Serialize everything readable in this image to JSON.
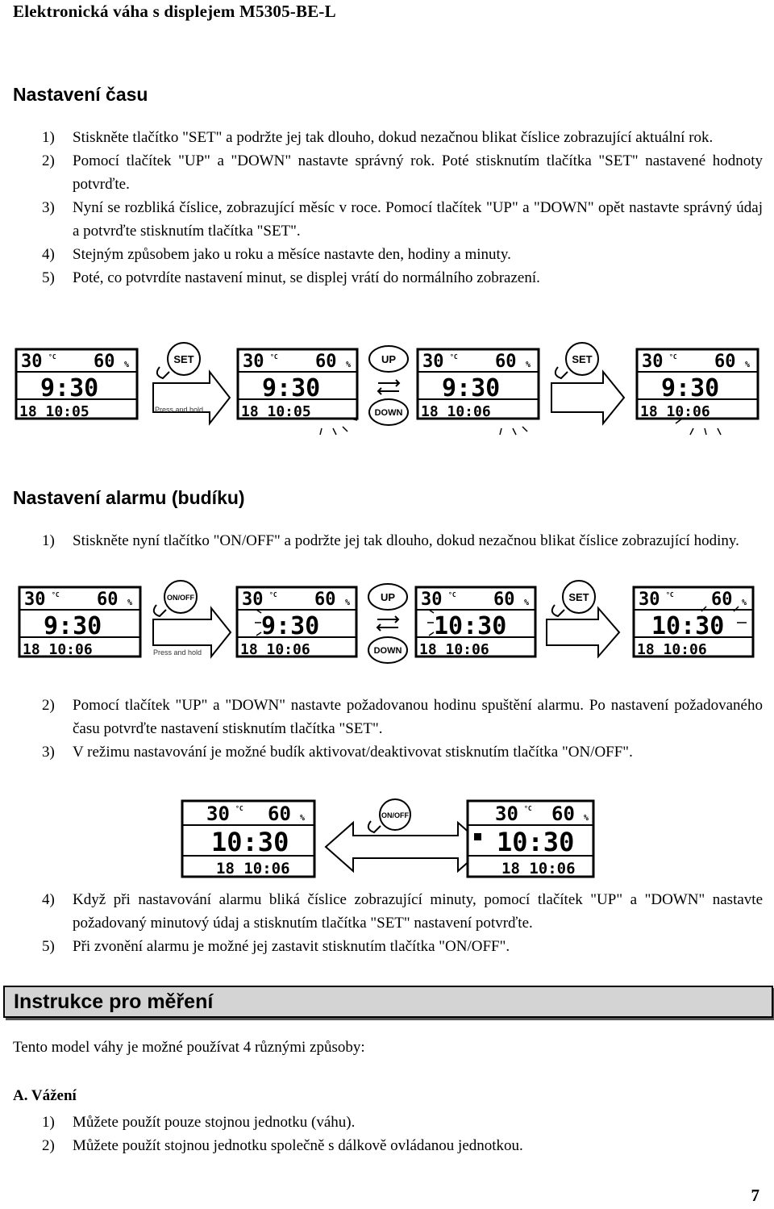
{
  "header": {
    "title": "Elektronická váha s displejem M5305-BE-L"
  },
  "sections": {
    "time": {
      "title": "Nastavení času",
      "items": [
        {
          "num": "1)",
          "text": "Stiskněte tlačítko \"SET\" a podržte jej tak dlouho, dokud nezačnou blikat číslice zobrazující aktuální rok."
        },
        {
          "num": "2)",
          "text": "Pomocí tlačítek \"UP\" a \"DOWN\" nastavte správný rok. Poté stisknutím tlačítka \"SET\" nastavené hodnoty potvrďte."
        },
        {
          "num": "3)",
          "text": "Nyní se rozbliká číslice, zobrazující měsíc v roce. Pomocí tlačítek \"UP\" a \"DOWN\" opět nastavte správný údaj a potvrďte stisknutím tlačítka \"SET\"."
        },
        {
          "num": "4)",
          "text": "Stejným způsobem jako u roku a měsíce nastavte den, hodiny a minuty."
        },
        {
          "num": "5)",
          "text": "Poté, co potvrdíte nastavení minut, se displej vrátí do normálního zobrazení."
        }
      ]
    },
    "alarm": {
      "title": "Nastavení alarmu (budíku)",
      "items_a": [
        {
          "num": "1)",
          "text": "Stiskněte nyní tlačítko \"ON/OFF\" a podržte jej tak dlouho, dokud nezačnou blikat číslice zobrazující hodiny."
        }
      ],
      "items_b": [
        {
          "num": "2)",
          "text": "Pomocí tlačítek \"UP\" a \"DOWN\" nastavte požadovanou hodinu spuštění alarmu. Po nastavení požadovaného času potvrďte nastavení stisknutím tlačítka \"SET\"."
        },
        {
          "num": "3)",
          "text": "V režimu nastavování je možné budík aktivovat/deaktivovat stisknutím tlačítka \"ON/OFF\"."
        }
      ],
      "items_c": [
        {
          "num": "4)",
          "text": "Když při nastavování alarmu bliká číslice zobrazující minuty, pomocí tlačítek \"UP\" a \"DOWN\" nastavte požadovaný minutový údaj a stisknutím tlačítka \"SET\" nastavení potvrďte."
        },
        {
          "num": "5)",
          "text": "Při zvonění alarmu je možné jej zastavit stisknutím tlačítka \"ON/OFF\"."
        }
      ]
    },
    "measure": {
      "title": "Instrukce pro měření",
      "intro": "Tento model váhy je možné používat 4 různými způsoby:",
      "subhead": "A. Vážení",
      "items": [
        {
          "num": "1)",
          "text": "Můžete použít pouze stojnou jednotku (váhu)."
        },
        {
          "num": "2)",
          "text": "Můžete použít stojnou jednotku společně s dálkově ovládanou jednotkou."
        }
      ]
    }
  },
  "figures": {
    "temp": "30",
    "temp_unit": "°C",
    "humidity": "60",
    "humidity_unit": "%",
    "time_930": "9:30",
    "time_1030": "10:30",
    "date_0105": "18  10:05",
    "date_1006": "18  10:06",
    "btn_set": "SET",
    "btn_up": "UP",
    "btn_down": "DOWN",
    "btn_onoff": "ON/OFF",
    "press_hold": "Press and hold"
  },
  "page": {
    "number": "7"
  }
}
